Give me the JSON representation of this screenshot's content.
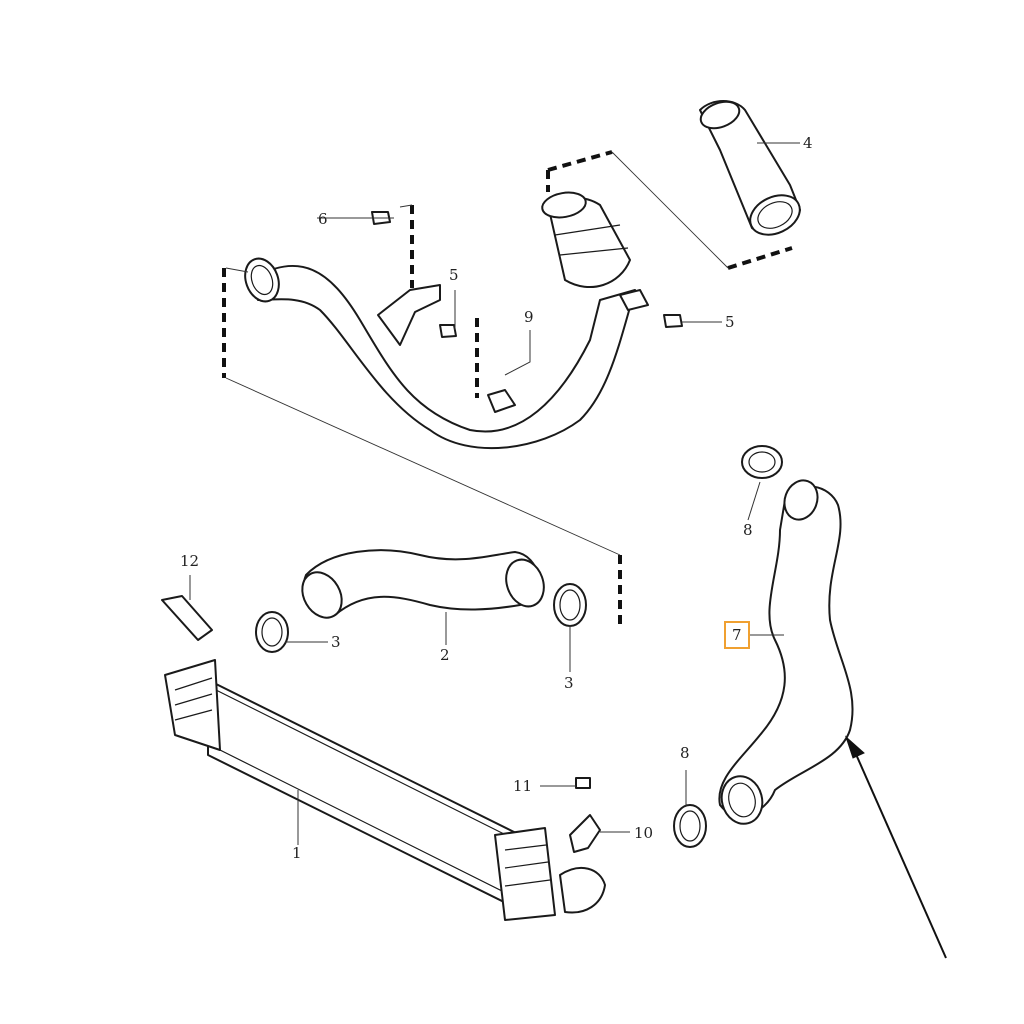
{
  "callouts": {
    "c1": "1",
    "c2": "2",
    "c3a": "3",
    "c3b": "3",
    "c4": "4",
    "c5a": "5",
    "c5b": "5",
    "c6": "6",
    "c7": "7",
    "c8a": "8",
    "c8b": "8",
    "c9": "9",
    "c10": "10",
    "c11": "11",
    "c12": "12"
  },
  "highlight_color": "#f0a030"
}
